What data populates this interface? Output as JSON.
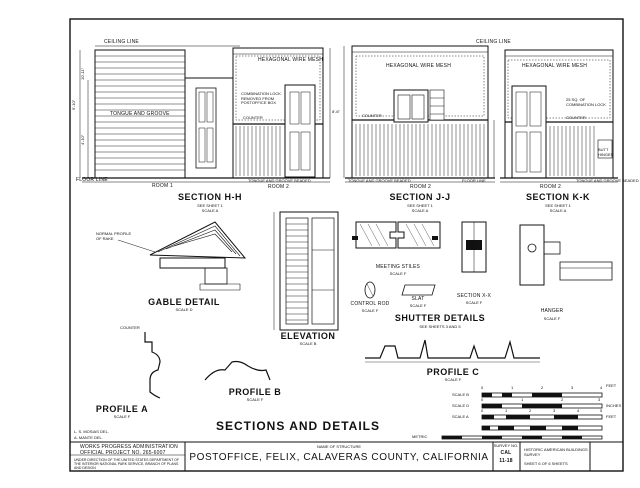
{
  "sheet_title": "SECTIONS AND DETAILS",
  "structure_label": "NAME OF STRUCTURE",
  "structure_name": "POSTOFFICE, FELIX, CALAVERAS COUNTY, CALIFORNIA",
  "survey_no_label": "SURVEY NO.",
  "survey_no_state": "CAL",
  "survey_no_num": "11-18",
  "habs": "HISTORIC AMERICAN BUILDINGS SURVEY",
  "sheet_of": "SHEET 6 OF 6 SHEETS",
  "delineators": [
    "L. S. MOSIAS DEL.",
    "A. MANTE DEL."
  ],
  "wpa_lines": [
    "WORKS PROGRESS ADMINISTRATION",
    "OFFICIAL PROJECT NO. 265-6007"
  ],
  "wpa_fine": "UNDER DIRECTION OF THE UNITED STATES DEPARTMENT OF THE INTERIOR NATIONAL PARK SERVICE, BRANCH OF PLANS AND DESIGN",
  "sections": {
    "hh": {
      "title": "SECTION H-H",
      "sheet": "SEE SHEET 1",
      "scale": "SCALE A"
    },
    "jj": {
      "title": "SECTION J-J",
      "sheet": "SEE SHEET 1",
      "scale": "SCALE A"
    },
    "kk": {
      "title": "SECTION K-K",
      "sheet": "SEE SHEET 1",
      "scale": "SCALE A"
    }
  },
  "hh_labels": {
    "ceiling": "CEILING LINE",
    "mesh": "HEXAGONAL WIRE MESH",
    "tongue": "TONGUE AND GROOVE",
    "lock": "COMBINATION LOCK REMOVED FROM POSTOFFICE BOX",
    "counter": "COUNTER",
    "floor": "FLOOR LINE",
    "room1": "ROOM 1",
    "room2": "ROOM 2",
    "beaded": "TONGUE AND GROOVE BEADED"
  },
  "jj_labels": {
    "ceiling": "CEILING LINE",
    "mesh": "HEXAGONAL WIRE MESH",
    "counter": "COUNTER",
    "beaded": "TONGUE AND GROOVE BEADED",
    "floor": "FLOOR LINE",
    "room2": "ROOM 2"
  },
  "kk_labels": {
    "mesh": "HEXAGONAL WIRE MESH",
    "lock": "25 SQ. OF COMBINATION LOCK",
    "counter": "COUNTER",
    "hinges": "BUTT HINGES",
    "room2": "ROOM 2",
    "beaded": "TONGUE AND GROOVE BEADED"
  },
  "dimensions": {
    "h1": "9'-10\"",
    "h2": "10'-11\"",
    "h3": "4'-10\"",
    "h4": "8'-6\""
  },
  "gable": {
    "title": "GABLE DETAIL",
    "scale": "SCALE D",
    "normal": "NORMAL PROFILE OF RAKE"
  },
  "elevation": {
    "title": "ELEVATION",
    "scale": "SCALE B"
  },
  "meeting": {
    "title": "MEETING STILES",
    "scale": "SCALE F"
  },
  "control": {
    "title": "CONTROL ROD",
    "scale": "SCALE F"
  },
  "slat": {
    "title": "SLAT",
    "scale": "SCALE F"
  },
  "sectionxx": {
    "title": "SECTION X-X",
    "scale": "SCALE F"
  },
  "shutter": {
    "title": "SHUTTER DETAILS",
    "sheets": "SEE SHEETS 3 AND 5"
  },
  "hanger": {
    "title": "HANGER",
    "scale": "SCALE F"
  },
  "profile_a": {
    "title": "PROFILE A",
    "scale": "SCALE F",
    "counter": "COUNTER"
  },
  "profile_b": {
    "title": "PROFILE B",
    "scale": "SCALE F"
  },
  "profile_c": {
    "title": "PROFILE C",
    "scale": "SCALE F"
  },
  "scales": [
    {
      "name": "SCALE B",
      "unit": "FEET",
      "ticks": [
        "0",
        "1",
        "2",
        "3",
        "4"
      ]
    },
    {
      "name": "SCALE D",
      "unit": "INCHES",
      "ticks": [
        "0",
        "1",
        "2",
        "3"
      ]
    },
    {
      "name": "SCALE A",
      "unit": "FEET",
      "ticks": [
        "0",
        "1",
        "2",
        "3",
        "4",
        "5"
      ]
    },
    {
      "name": "METRIC",
      "unit": "",
      "ticks": []
    }
  ]
}
